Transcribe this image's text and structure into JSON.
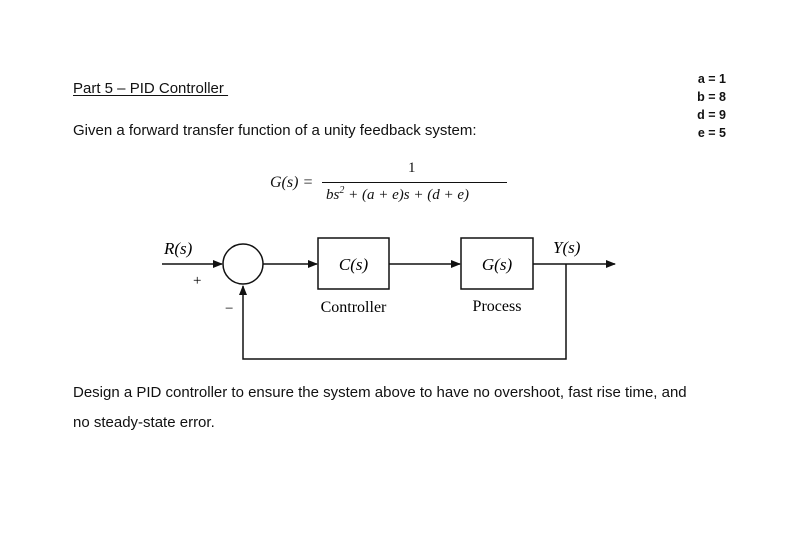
{
  "heading": "Part 5 – PID Controller ",
  "params": {
    "a": "a = 1",
    "b": "b = 8",
    "d": "d = 9",
    "e": "e = 5"
  },
  "intro": "Given a forward transfer function of a unity feedback system:",
  "equation": {
    "lhs": "G(s) =",
    "numerator": "1",
    "denominator_part1": "bs",
    "denominator_exp": "2",
    "denominator_part2": " + (a + e)s + (d + e)"
  },
  "diagram": {
    "input_label": "R(s)",
    "plus_sign": "+",
    "minus_sign": "−",
    "controller_block": "C(s)",
    "controller_label": "Controller",
    "process_block": "G(s)",
    "process_label": "Process",
    "output_label": "Y(s)"
  },
  "task_line1": "Design a PID controller to ensure the system above to have no overshoot, fast rise time, and",
  "task_line2": "no steady-state error."
}
